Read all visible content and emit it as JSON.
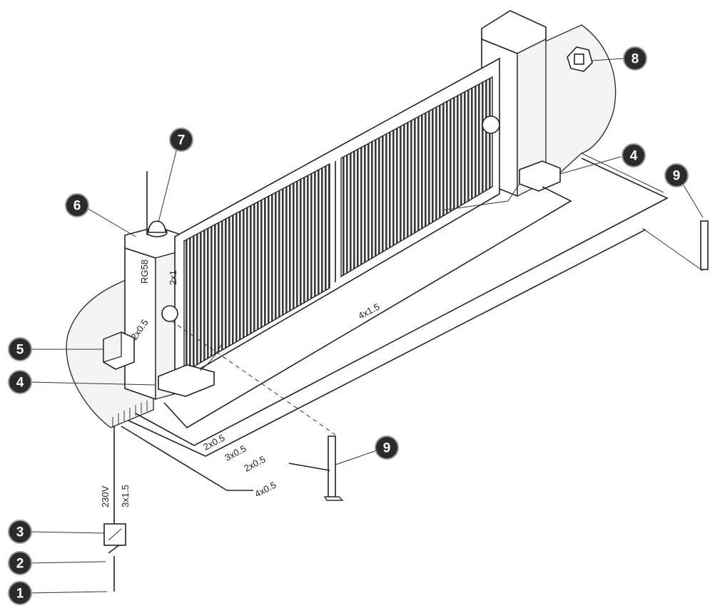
{
  "callouts": [
    {
      "id": "1",
      "label": "1"
    },
    {
      "id": "2",
      "label": "2"
    },
    {
      "id": "3",
      "label": "3"
    },
    {
      "id": "4a",
      "label": "4"
    },
    {
      "id": "4b",
      "label": "4"
    },
    {
      "id": "5",
      "label": "5"
    },
    {
      "id": "6",
      "label": "6"
    },
    {
      "id": "7",
      "label": "7"
    },
    {
      "id": "8",
      "label": "8"
    },
    {
      "id": "9a",
      "label": "9"
    },
    {
      "id": "9b",
      "label": "9"
    }
  ],
  "cables": {
    "rg58": "RG58",
    "c2x1": "2x1",
    "c2x05_photocell": "2x0.5",
    "c4x15": "4x1.5",
    "c2x05_a": "2x0.5",
    "c3x05": "3x0.5",
    "c2x05_b": "2x0.5",
    "c4x05": "4x0.5",
    "v230": "230V",
    "c3x15": "3x1.5"
  },
  "colors": {
    "callout_fill": "#2b2b2b",
    "line": "#222222",
    "background": "#ffffff"
  }
}
